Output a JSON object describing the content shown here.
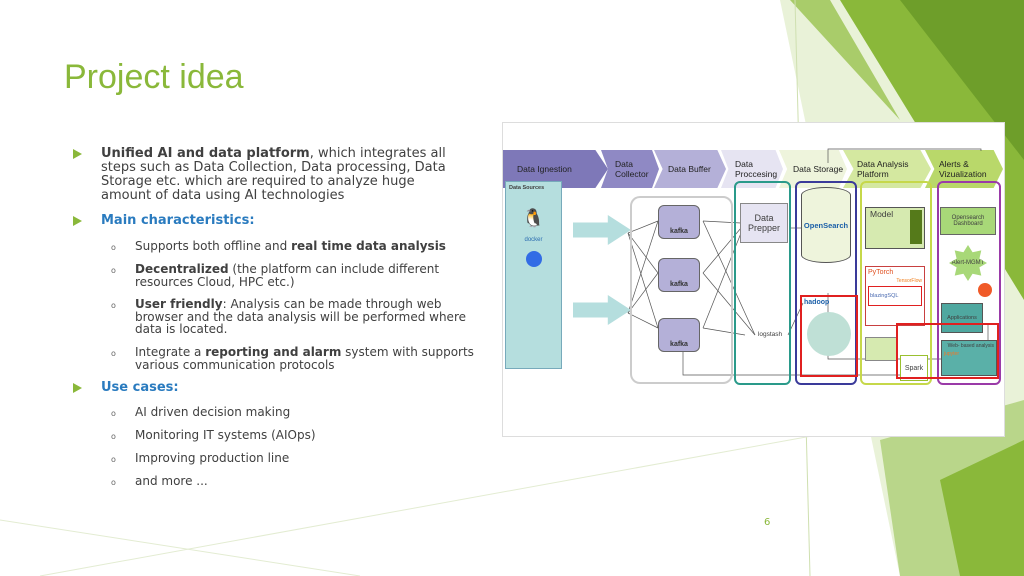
{
  "title": "Project idea",
  "bullets": [
    {
      "bold": "Unified AI and data platform",
      "text": ", which integrates all steps such as Data Collection, Data processing, Data Storage etc. which are required to analyze huge amount of data using AI technologies"
    },
    {
      "heading": "Main characteristics:"
    },
    {
      "heading": "Use cases:"
    }
  ],
  "characteristics": [
    {
      "pre": "Supports both offline and ",
      "bold": "real time data analysis",
      "post": ""
    },
    {
      "pre": "",
      "bold": "Decentralized",
      "post": " (the platform can include different resources Cloud, HPC etc.)"
    },
    {
      "pre": "",
      "bold": "User friendly",
      "post": ": Analysis can be made through web browser and the data analysis will be performed where data is located."
    },
    {
      "pre": "Integrate a ",
      "bold": "reporting and alarm",
      "post": " system with supports various communication protocols"
    }
  ],
  "use_cases": [
    "AI driven decision making",
    "Monitoring IT systems (AIOps)",
    "Improving production line",
    "and more ..."
  ],
  "page_number": "6",
  "diagram": {
    "stages": [
      "Data Ignestion",
      "Data Collector",
      "Data Buffer",
      "Data Proccesing",
      "Data Storage",
      "Data Analysis Platform",
      "Alerts & Vizualization"
    ],
    "data_sources": "Data Sources",
    "kafka": "kafka",
    "data_prepper": "Data Prepper",
    "logstash": "logstash",
    "opensearch": "OpenSearch",
    "hadoop": "hadoop",
    "model": "Model",
    "pytorch": "PyTorch",
    "tensorflow": "TensorFlow",
    "blazingsql": "blazingSQL",
    "spark": "Spark",
    "opensearch_dashboard": "Opensearch Dashboard",
    "alert_mgmt": "Alert-MGMT",
    "applications": "Applications",
    "web_analysis": "Web- based analysis",
    "jupyter": "jupyter",
    "docker": "docker"
  },
  "colors": {
    "accent": "#8ab83a",
    "heading": "#2a7bbf"
  }
}
